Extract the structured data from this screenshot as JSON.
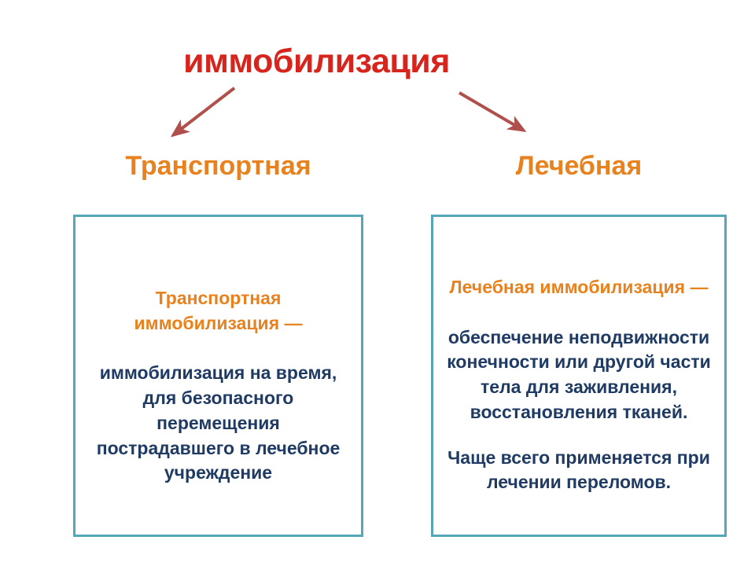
{
  "colors": {
    "background": "#ffffff",
    "title_red": "#d7251d",
    "arrow_red": "#b0504c",
    "accent_orange": "#e8821f",
    "text_navy": "#1f3a63",
    "box_border_teal": "#54a7b6"
  },
  "slide": {
    "title": "иммобилизация"
  },
  "branches": [
    {
      "heading": "Транспортная",
      "box": {
        "subtitle": "Транспортная\nиммобилизация —",
        "paragraphs": [
          "иммобилизация на время,\nдля безопасного\nперемещения\nпострадавшего в лечебное\nучреждение"
        ]
      }
    },
    {
      "heading": "Лечебная",
      "box": {
        "subtitle": "Лечебная иммобилизация —",
        "paragraphs": [
          "обеспечение неподвижности\nконечности или другой части\nтела для заживления,\nвосстановления тканей.",
          "Чаще всего применяется при\nлечении переломов."
        ]
      }
    }
  ]
}
